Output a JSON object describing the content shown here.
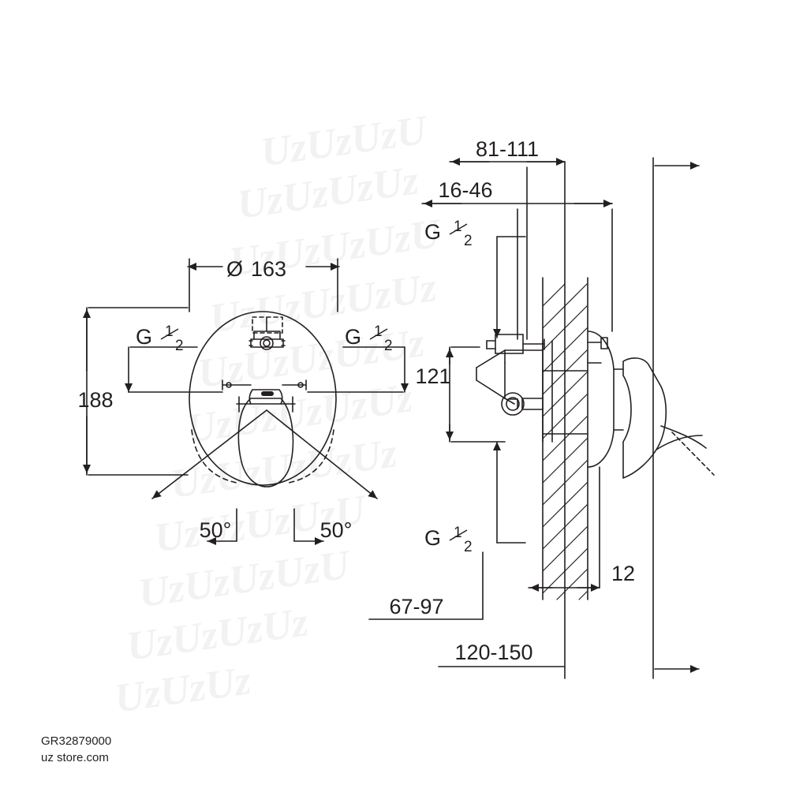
{
  "document": {
    "type": "technical-dimension-drawing",
    "product_code": "GR32879000",
    "site": "uz store.com",
    "watermark_text": "UzUz"
  },
  "dimensions": {
    "top_span": "81-111",
    "second_span": "16-46",
    "thread_top": "G 1/2",
    "thread_left": "G 1/2",
    "thread_right": "G 1/2",
    "thread_bottom": "G 1/2",
    "diameter": "Ø 163",
    "height_188": "188",
    "height_121": "121",
    "angle_left": "50°",
    "angle_right": "50°",
    "depth_12": "12",
    "span_67_97": "67-97",
    "span_120_150": "120-150"
  },
  "labels": {
    "thread_base": "G",
    "thread_num": "1",
    "thread_den": "2",
    "diameter_symbol": "Ø",
    "diameter_value": "163"
  },
  "colors": {
    "line": "#231f20",
    "background": "#ffffff",
    "watermark": "#f2f2f2"
  }
}
